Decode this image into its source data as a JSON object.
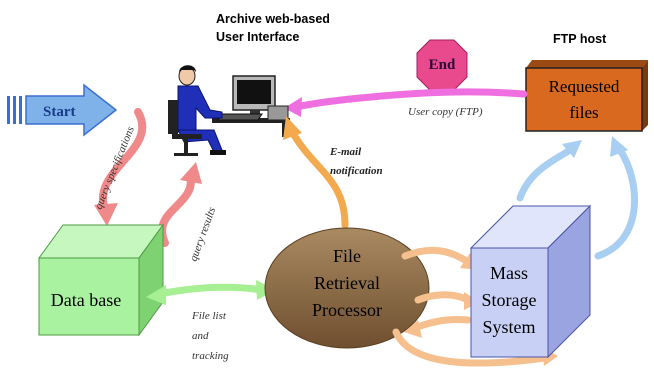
{
  "header": {
    "title_line1": "Archive web-based",
    "title_line2": "User Interface",
    "ftp_host": "FTP host"
  },
  "nodes": {
    "start": "Start",
    "end": "End",
    "requested_line1": "Requested",
    "requested_line2": "files",
    "database": "Data base",
    "frp_line1": "File",
    "frp_line2": "Retrieval",
    "frp_line3": "Processor",
    "mss_line1": "Mass",
    "mss_line2": "Storage",
    "mss_line3": "System"
  },
  "edges": {
    "query_specifications": "query specifications",
    "query_results": "query results",
    "user_copy": "User copy (FTP)",
    "email_line1": "E-mail",
    "email_line2": "notification",
    "filelist_line1": "File list",
    "filelist_line2": "and",
    "filelist_line3": "tracking"
  },
  "colors": {
    "start_fill": "#7fb2e8",
    "end_fill": "#e94a8e",
    "requested_fill": "#d9691e",
    "database_fill": "#a9f2a0",
    "frp_fill": "#8b6a45",
    "mss_fill": "#c9d0f5",
    "pink_arrow": "#f08a8a",
    "magenta_arrow": "#ef6fe0",
    "orange_arrow": "#f3a94d",
    "green_arrow": "#a6ef92",
    "peach_arrow": "#f6c08e",
    "blue_arrow": "#a8cff2"
  }
}
